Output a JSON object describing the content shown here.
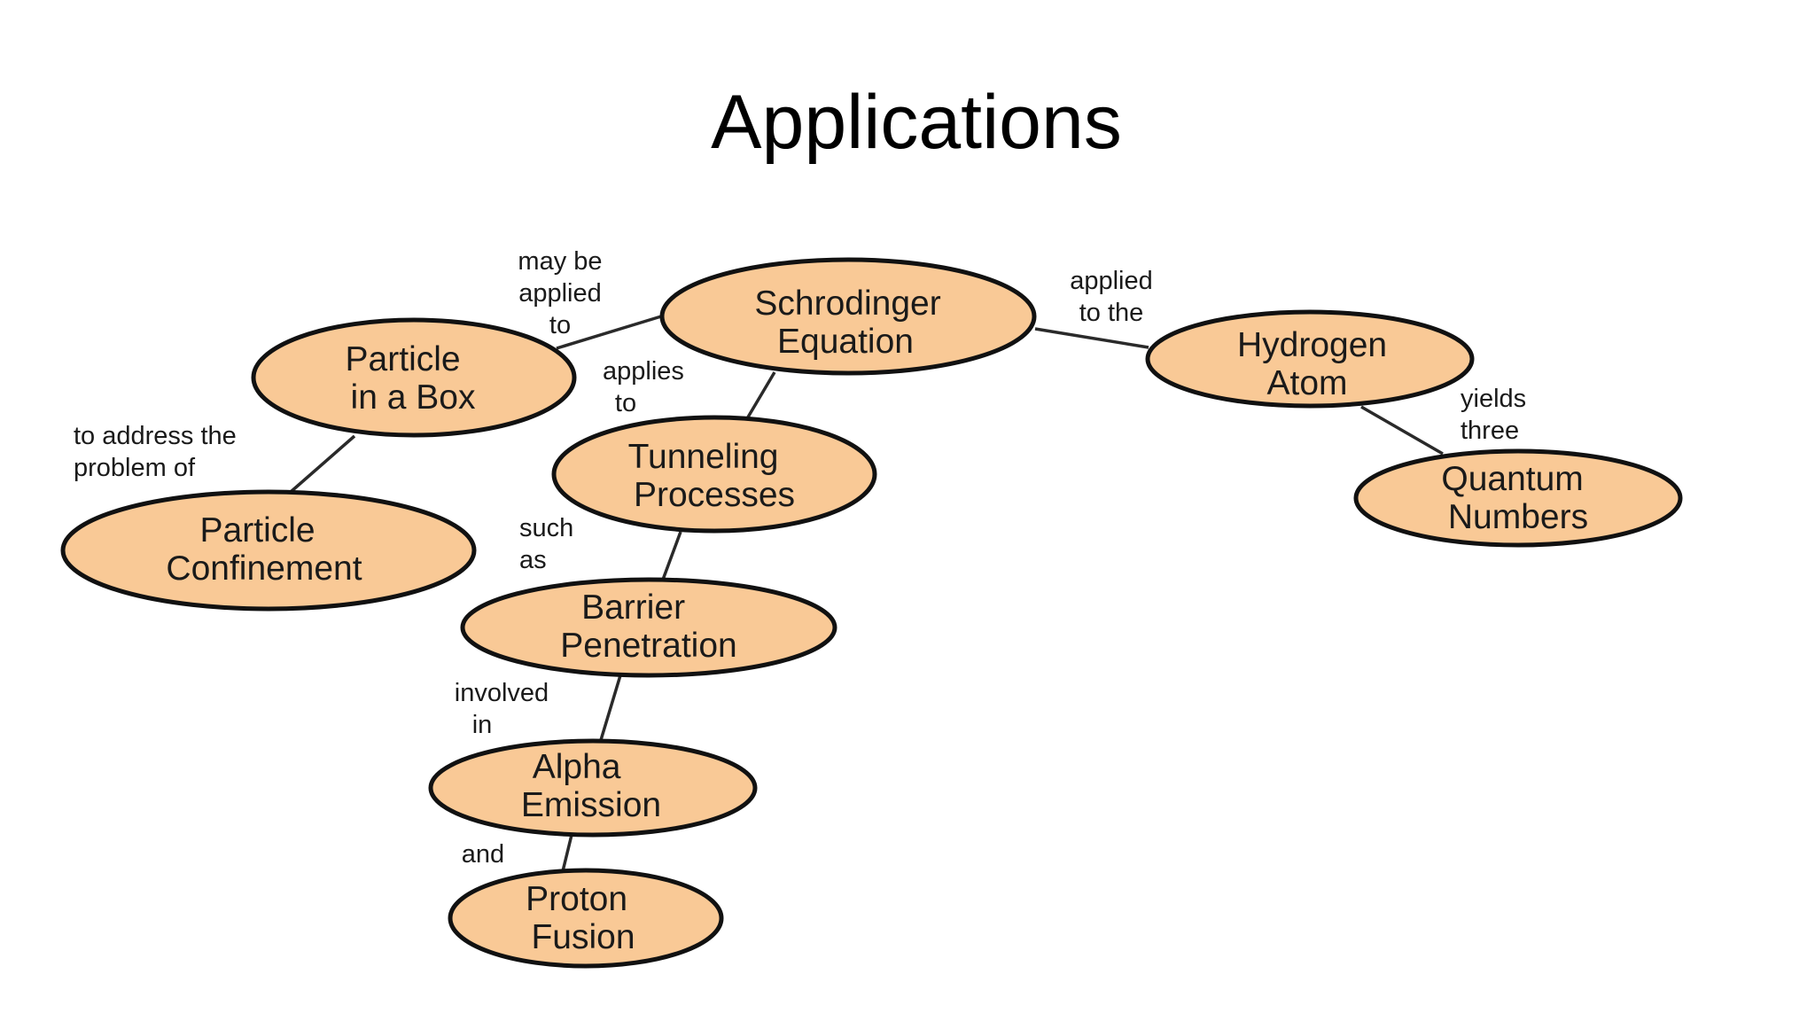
{
  "slide": {
    "title": "Applications"
  },
  "colors": {
    "node_fill": "#f9c996",
    "node_stroke": "#111111",
    "text": "#1a1a1a",
    "background": "#ffffff"
  },
  "nodes": {
    "schrodinger": {
      "line1": "Schrodinger",
      "line2": "Equation"
    },
    "particle_box": {
      "line1": "Particle",
      "line2": "in a Box"
    },
    "hydrogen": {
      "line1": "Hydrogen",
      "line2": "Atom"
    },
    "tunneling": {
      "line1": "Tunneling",
      "line2": "Processes"
    },
    "confinement": {
      "line1": "Particle",
      "line2": "Confinement"
    },
    "quantum": {
      "line1": "Quantum",
      "line2": "Numbers"
    },
    "barrier": {
      "line1": "Barrier",
      "line2": "Penetration"
    },
    "alpha": {
      "line1": "Alpha",
      "line2": "Emission"
    },
    "proton": {
      "line1": "Proton",
      "line2": "Fusion"
    }
  },
  "links": {
    "may_be_applied_to": [
      "may be",
      "applied",
      "to"
    ],
    "applied_to_the": [
      "applied",
      "to the"
    ],
    "applies_to": [
      "applies",
      "to"
    ],
    "to_address": [
      "to address the",
      "problem of"
    ],
    "yields_three": [
      "yields",
      "three"
    ],
    "such_as": [
      "such",
      "as"
    ],
    "involved_in": [
      "involved",
      "in"
    ],
    "and": [
      "and"
    ]
  }
}
